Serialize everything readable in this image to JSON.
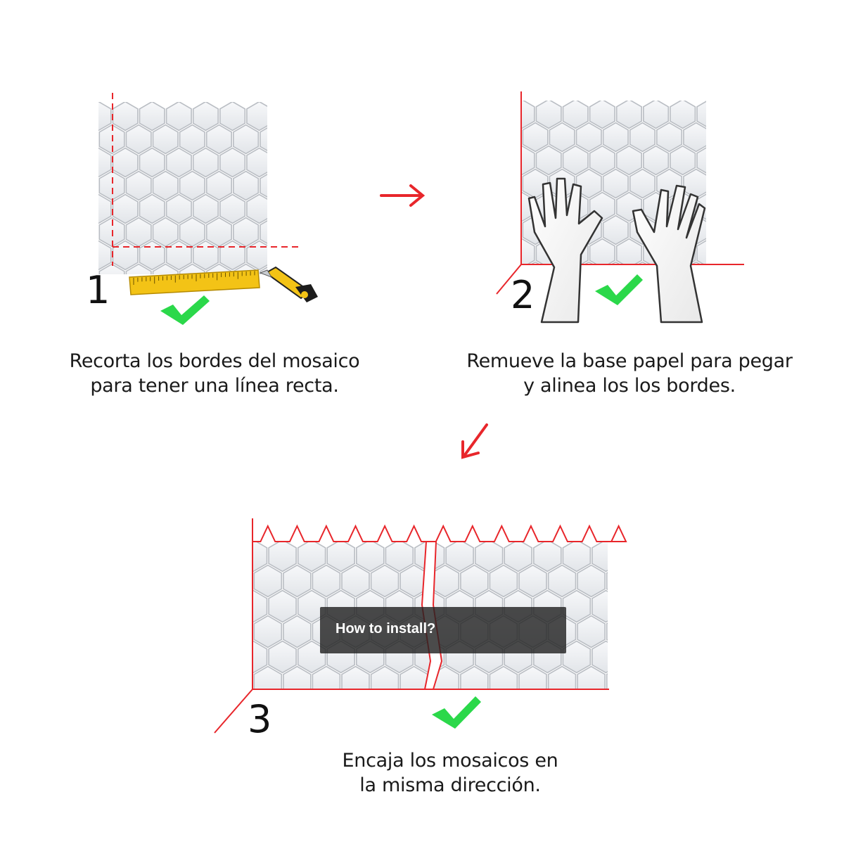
{
  "steps": [
    {
      "number": "1",
      "caption_line1": "Recorta los bordes del mosaico",
      "caption_line2": "para tener una línea recta.",
      "tools": [
        "ruler-icon",
        "utility-knife-icon"
      ],
      "status_icon": "check-icon"
    },
    {
      "number": "2",
      "caption_line1": "Remueve la base papel para pegar",
      "caption_line2": "y alinea los los bordes.",
      "tools": [
        "hands-icon"
      ],
      "status_icon": "check-icon"
    },
    {
      "number": "3",
      "caption_line1": "Encaja los mosaicos en",
      "caption_line2": "la misma dirección.",
      "status_icon": "check-icon"
    }
  ],
  "overlay": {
    "label": "How to install?"
  },
  "colors": {
    "guide_red": "#e8262b",
    "check_green": "#2bd84a",
    "tile_fill": "#eef0f3",
    "tile_stroke": "#b9bdc3",
    "ruler_yellow": "#f3c316"
  },
  "flow_arrows": [
    "arrow-right-icon",
    "arrow-down-left-icon"
  ]
}
